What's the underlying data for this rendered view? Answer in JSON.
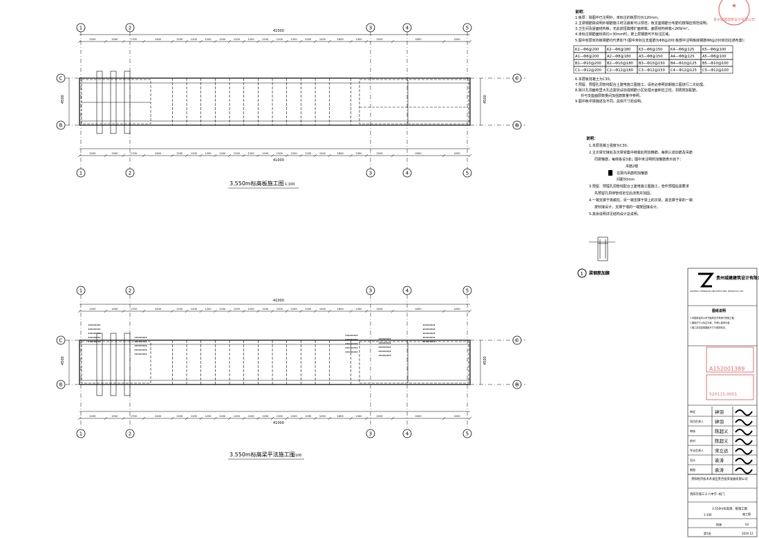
{
  "plan1": {
    "title": "3.550m标高板施工图",
    "scale": "1:100",
    "axes_top": [
      "1",
      "2",
      "3",
      "4",
      "5"
    ],
    "axes_side": [
      "C",
      "B"
    ],
    "overall_dim": "41000",
    "bay_dims": [
      "2200",
      "1500",
      "1700",
      "2400",
      "1200",
      "1200",
      "1200",
      "1200",
      "1200",
      "1200",
      "1200",
      "1200",
      "1200",
      "1200",
      "1200",
      "1800",
      "1300",
      "2200",
      "4300",
      "2200"
    ],
    "side_dims": [
      "4500",
      "4500"
    ]
  },
  "plan2": {
    "title": "3.550m标高梁平法施工图",
    "scale": "1:100",
    "axes_top": [
      "1",
      "2",
      "3",
      "4",
      "5"
    ],
    "axes_side": [
      "C",
      "B"
    ],
    "overall_dim": "41000",
    "side_dims": [
      "4500",
      "4500"
    ]
  },
  "notes_top": {
    "heading": "说明：",
    "lines": [
      "1.板厚：除图中已注明外，未标注的板厚均为120mm。",
      "2.主梁钢筋除说明外钢筋施工时见最新可以规范，板支座钢筋分布筋均按相应规范说明。",
      "3.卫生间及屋面结构板，无此前恒载楼扩面荷载，面层结构荷载<2KN/m²。",
      "4.未标注钢筋面标高均<30mm时，按上层钢筋可不标注区域。",
      "5.图中双层双向板钢筋均代表如下(图中未标注支座筋为Φ8@200;板部中注明板底钢筋Φ8@200双向拉通布置)：",
      "6.本层板混凝土为C30。",
      "7.预留、预埋孔洞管线配合土建电施工图施工，请务必参照前期施工图进行二次处理。",
      "8.除只孔洞面积里大孔边需另设加强钢筋小区处理大面积应立柱，洞周附加配筋。",
      "并与支座面层数量间加强筋数量作参照。",
      "9.图中板中梁描述及不同，具体尺寸而说明。"
    ]
  },
  "rebar_table": [
    [
      "K1—Φ6@200",
      "K2—Φ6@180",
      "K3—Φ6@150",
      "K4—Φ6@125",
      "K5—Φ6@100"
    ],
    [
      "A1—Φ8@200",
      "A2—Φ8@180",
      "A3—Φ8@150",
      "A4—Φ8@125",
      "A5—Φ8@100"
    ],
    [
      "B1—Φ10@200",
      "B2—Φ10@180",
      "B3—Φ10@150",
      "B4—Φ10@125",
      "B5—Φ10@100"
    ],
    [
      "C1—Φ12@200",
      "C2—Φ12@180",
      "C3—Φ12@150",
      "C4—Φ12@125",
      "C5—Φ12@100"
    ]
  ],
  "notes_mid": {
    "heading": "说明：",
    "lines": [
      "1.本层混凝土强度为C30。",
      "2.主次梁交接处及次梁受集中荷载处附加箍筋，每侧三道加筋及吊筋",
      "同梁箍筋，每侧各设3道；图中未注明附加箍筋表示如下：",
      "吊筋2根",
      "在梁内吊筋附加箍筋",
      "间距50mm",
      "3.预留、预埋孔洞管线配合土建电施工图施工，管件预埋后需要求",
      "先预留孔洞待管线定位后浇筑并加固。",
      "4.一端支撑于墙或柱，另一端支撑于梁上的次梁，其支撑于梁的一端",
      "按铰接设计，支撑于墙的一端按固接设计。",
      "5.其余说明详见结构设计总说明。"
    ]
  },
  "detail": {
    "number": "1",
    "label": "梁钢筋加腋"
  },
  "title_block": {
    "company_cn": "贵州城建建筑设计有限公司",
    "company_en": "GUIZHOU CHENGJIAN ARCHITECTURAL DESIGN CO.,LTD",
    "notes_heading": "图纸说明",
    "notes": [
      "1.本图未经本公司书面同意不得用于其他工程。",
      "2.图纸尺寸以标注为准，不得以量测为准。",
      "3.施工前请复核图纸尺寸与现场情况。"
    ],
    "stamp1": "A152001389",
    "stamp2": "520115-0001",
    "roles": [
      {
        "role": "审定",
        "name": "钟羽"
      },
      {
        "role": "项目负责人",
        "name": "钟羽"
      },
      {
        "role": "审核",
        "name": "陈超义"
      },
      {
        "role": "校对",
        "name": "陈超义"
      },
      {
        "role": "专业负责人",
        "name": "宋立达"
      },
      {
        "role": "设计",
        "name": "袁涛"
      },
      {
        "role": "制图",
        "name": "袁涛"
      }
    ],
    "client": "贵阳经济技术开发区贵合投资发展有限公司",
    "project": "贵阳市第三十八中学--校门",
    "drawing_name": "3.550m标高梁、板施工图",
    "scale": "1:100",
    "drawing_no": "结施",
    "sheet": "第1张",
    "date": "2020.12",
    "code": "03",
    "phase": "施工图"
  },
  "seal_text": "贵州城建建筑设计有限公司"
}
